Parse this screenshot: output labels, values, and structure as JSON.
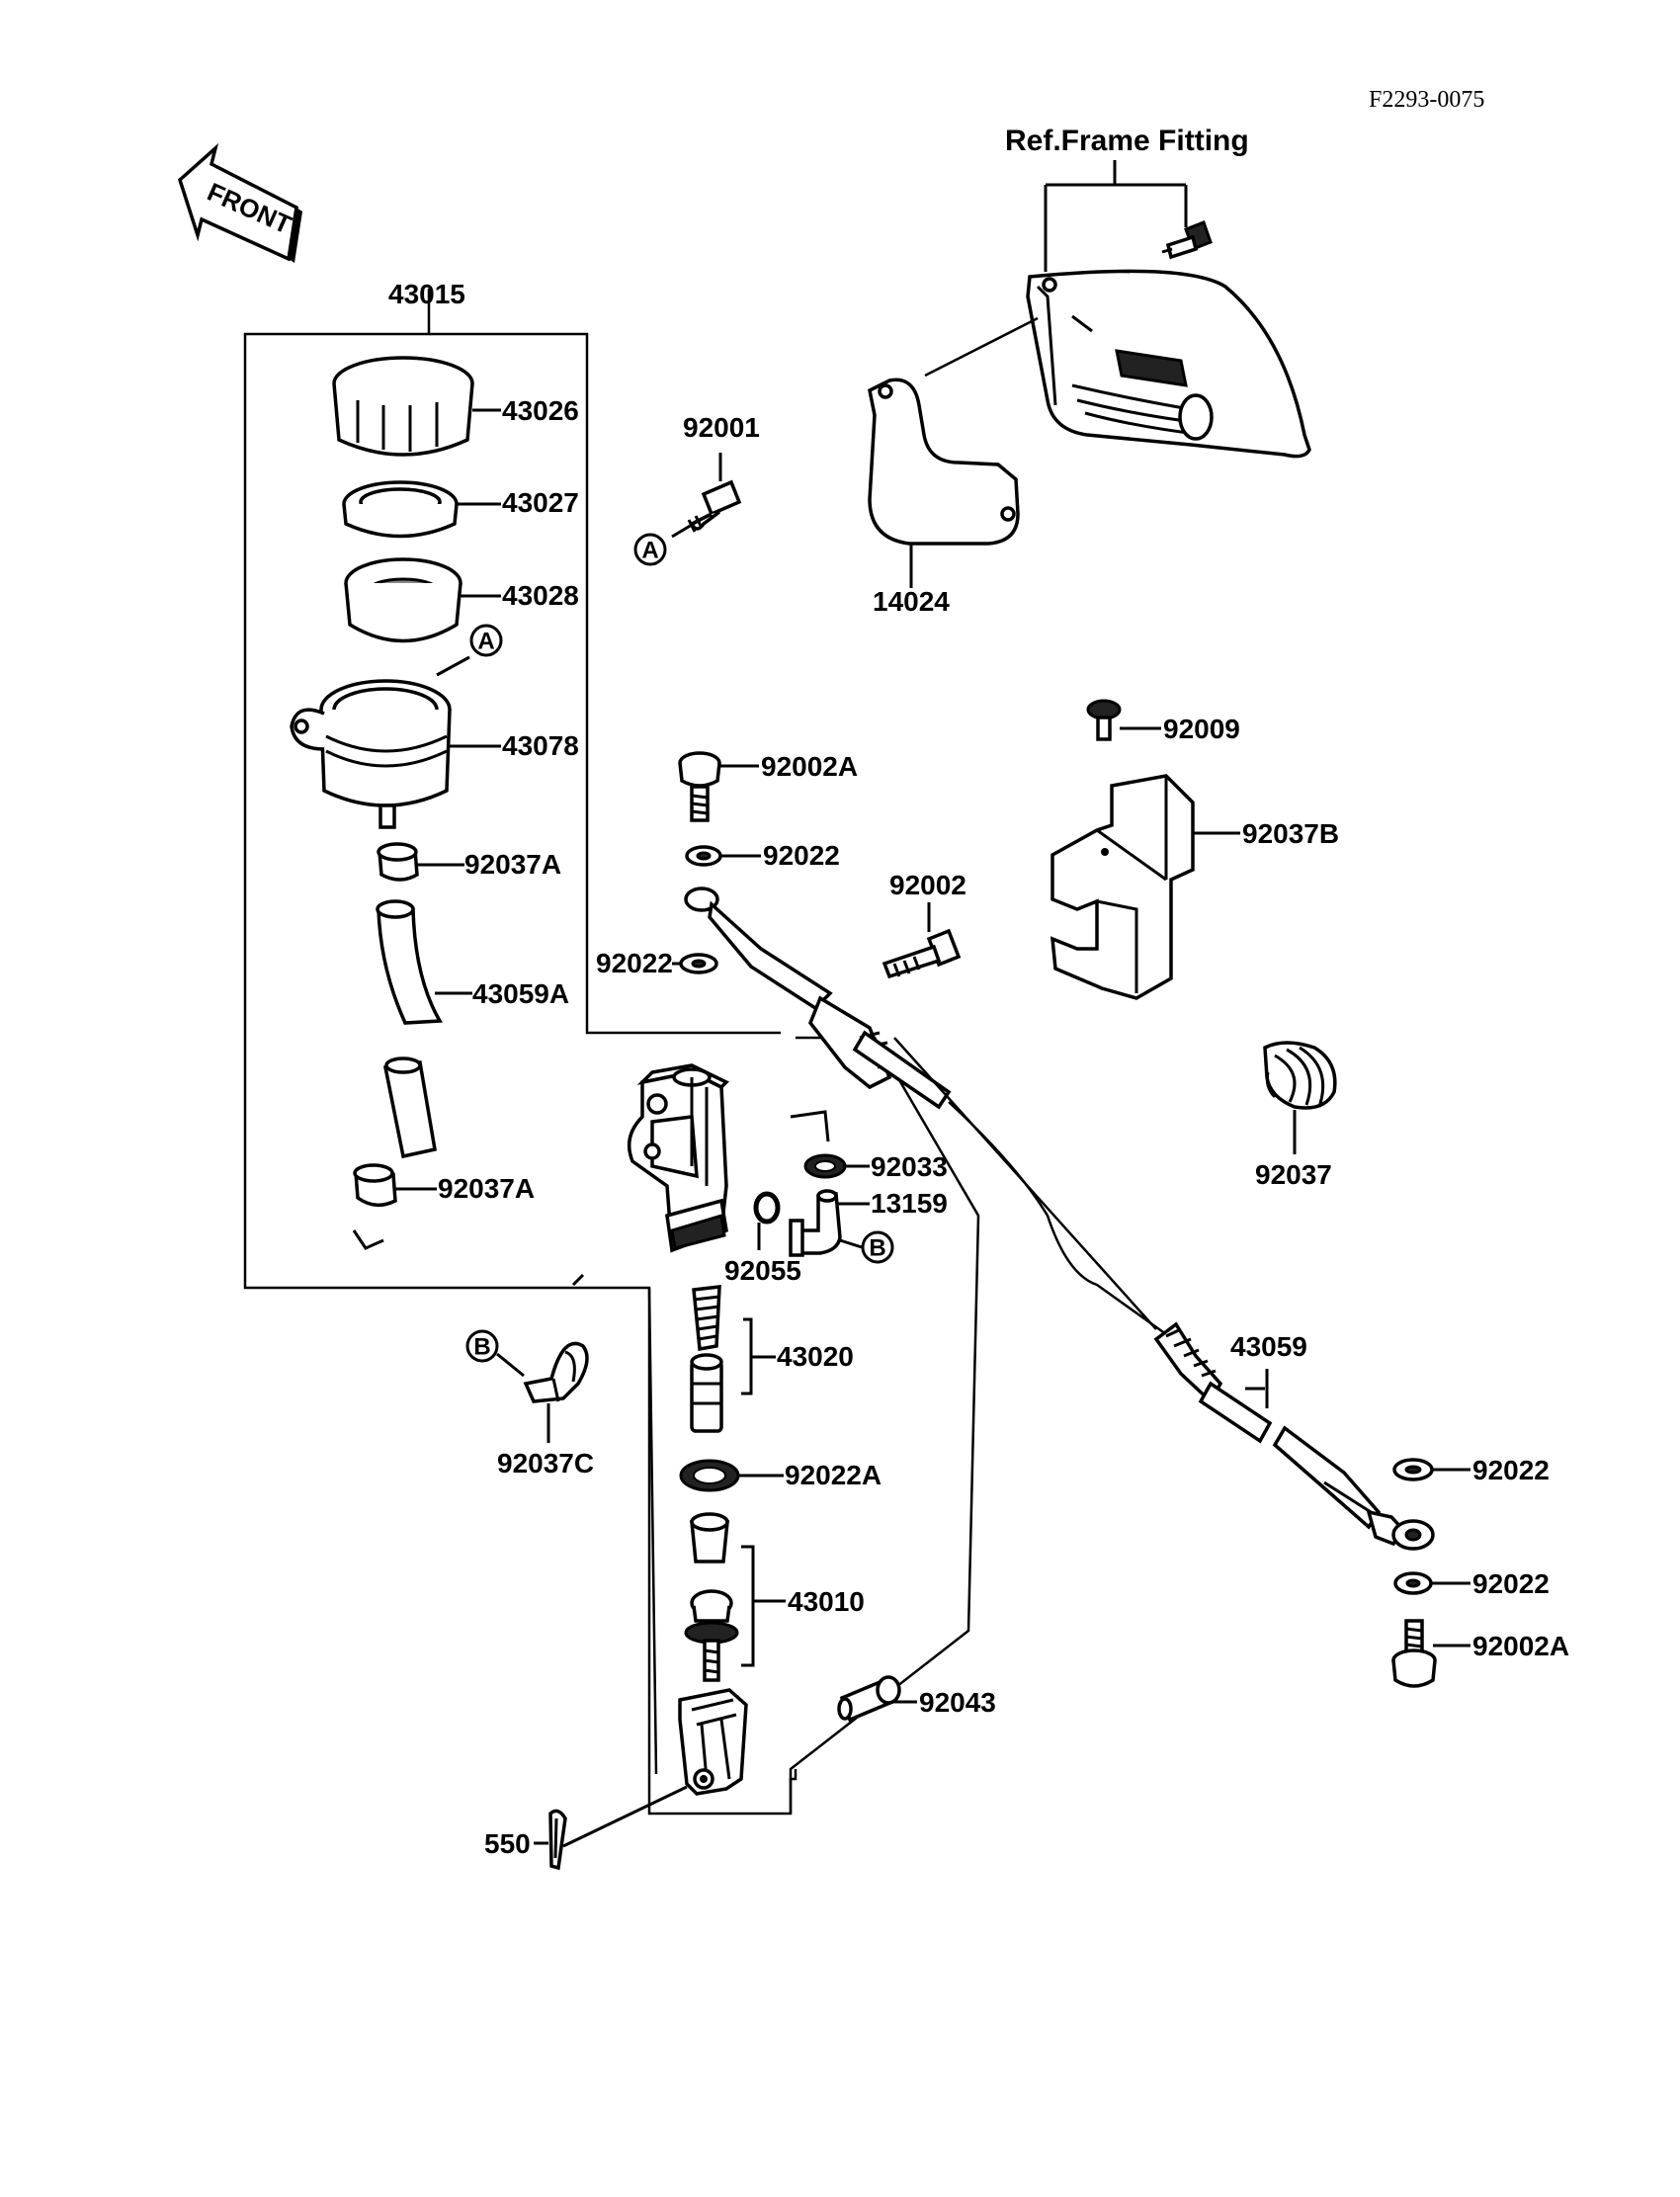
{
  "ref_code": "F2293-0075",
  "ref_frame_label": "Ref.Frame Fitting",
  "front_label": "FRONT",
  "markers": {
    "a": "A",
    "b": "B"
  },
  "parts": {
    "p43015": "43015",
    "p43026": "43026",
    "p43027": "43027",
    "p43028": "43028",
    "p43078": "43078",
    "p92037A_top": "92037A",
    "p43059A": "43059A",
    "p92037A_bottom": "92037A",
    "p92001": "92001",
    "p14024": "14024",
    "p92009": "92009",
    "p92037B": "92037B",
    "p92002A_top": "92002A",
    "p92022_top": "92022",
    "p92022_left": "92022",
    "p92002": "92002",
    "p92037": "92037",
    "p92033": "92033",
    "p13159": "13159",
    "p92055": "92055",
    "p43020": "43020",
    "p92022A": "92022A",
    "p43010": "43010",
    "p92043": "92043",
    "p550": "550",
    "p92037C": "92037C",
    "p43059": "43059",
    "p92022_right_top": "92022",
    "p92022_right_bottom": "92022",
    "p92002A_right": "92002A"
  }
}
